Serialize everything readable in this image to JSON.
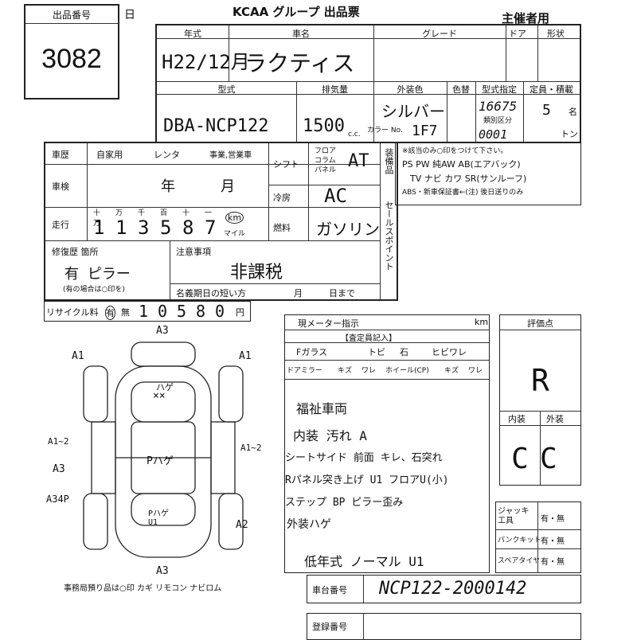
{
  "header": {
    "lot_label": "出品番号",
    "lot_number": "3082",
    "day_label": "日",
    "title": "KCAA グループ 出品票",
    "copy_label": "主催者用"
  },
  "row1": {
    "year_label": "年式",
    "name_label": "車名",
    "grade_label": "グレード",
    "door_label": "ドア",
    "shape_label": "形状",
    "year_value": "H22/12月",
    "car_name": "ラクティス"
  },
  "row2": {
    "model_label": "型式",
    "displacement_label": "排気量",
    "color_label": "外装色",
    "color_no_label": "色替",
    "type_spec_label": "型式指定",
    "capacity_label": "定員・積載",
    "model_value": "DBA-NCP122",
    "displacement_value": "1500",
    "displacement_unit": "c.c.",
    "color_value": "シルバー",
    "color_code_label": "カラー No.",
    "color_code": "1F7",
    "type_spec_value": "16675",
    "class_label": "類別区分",
    "class_value": "0001",
    "capacity_value": "5",
    "capacity_unit": "名",
    "load_unit": "トン"
  },
  "history": {
    "label": "車歴",
    "private": "自家用",
    "rental": "レンタ",
    "business": "事業,営業車",
    "inspection_label": "車検",
    "year_unit": "年",
    "month_unit": "月",
    "mileage_label": "走行",
    "mileage_units": [
      "十万",
      "万",
      "千",
      "百",
      "十",
      "一"
    ],
    "mileage_digits": [
      "1",
      "1",
      "3",
      "5",
      "8",
      "7"
    ],
    "km_label": "km",
    "mile_label": "マイル"
  },
  "spec": {
    "shift_label": "シフト",
    "shift_options": [
      "フロア",
      "コラム",
      "パネル"
    ],
    "shift_value": "AT",
    "ac_label": "冷房",
    "ac_value": "AC",
    "fuel_label": "燃料",
    "fuel_value": "ガソリン"
  },
  "equipment": {
    "label": "装備品",
    "note": "※該当のみ○印をつけて下さい。",
    "line1": "PS PW 純AW AB(エアバック)",
    "line2": "TV ナビ カワ SR(サンルーフ)",
    "line3": "ABS・新車保証書←(注) 後日送りのみ"
  },
  "sales_point_label": "セールスポイント",
  "repair": {
    "label": "修復歴 箇所",
    "value": "有 ピラー",
    "note": "(有の場合は○印を)"
  },
  "notes": {
    "label": "注意事項",
    "value": "非課税",
    "short_name_label": "名義期日の短い方",
    "month_unit": "月",
    "day_unit": "日まで"
  },
  "recycle": {
    "label": "リサイクル料",
    "has": "有",
    "none": "無",
    "digits": [
      "1",
      "0",
      "5",
      "8",
      "0"
    ],
    "yen": "円"
  },
  "meter": {
    "label": "現メーター指示",
    "km": "km",
    "assess_label": "【査定員記入】",
    "f_glass": "Fガラス",
    "tobi": "トビ",
    "ishi": "石",
    "hibiware": "ヒビワレ",
    "door_mirror": "ドアミラー",
    "kizu": "キズ",
    "ware": "ワレ",
    "wheel": "ホイール(CP)",
    "kizu2": "キズ",
    "ware2": "ワレ"
  },
  "handwritten_notes": [
    "福祉車両",
    "内装 汚れ A",
    "シートサイド 前面 キレ、石突れ",
    "Rパネル突き上げ U1 フロアU(小)",
    "ステップ BP ピラー歪み",
    "外装ハゲ"
  ],
  "aftermarket_note": "低年式 ノーマル U1",
  "diagram_marks": {
    "top": "A3",
    "front_left": "A1",
    "front_right": "A1",
    "hage": "ハゲ",
    "xx": "×× ",
    "left_mid": "A1~2",
    "left_low": "A3",
    "left_rear": "A34P",
    "right_mid": "A1~2",
    "right_low": "A2",
    "bottom": "A3",
    "center": "Pハゲ",
    "rear_center": "Pハゲ U1",
    "legend": "事務局預り品は○印  カギ  リモコン  ナビロム"
  },
  "evaluation": {
    "label": "評価点",
    "score": "R",
    "interior_label": "内装",
    "exterior_label": "外装",
    "interior": "C",
    "exterior": "C"
  },
  "tools": [
    {
      "label": "ジャッキ工具",
      "value": "有・無"
    },
    {
      "label": "パンクキット",
      "value": "有・無"
    },
    {
      "label": "スペアタイヤ",
      "value": "有・無"
    }
  ],
  "chassis": {
    "label": "車台番号",
    "value": "NCP122-2000142"
  },
  "registration": {
    "label": "登録番号"
  }
}
